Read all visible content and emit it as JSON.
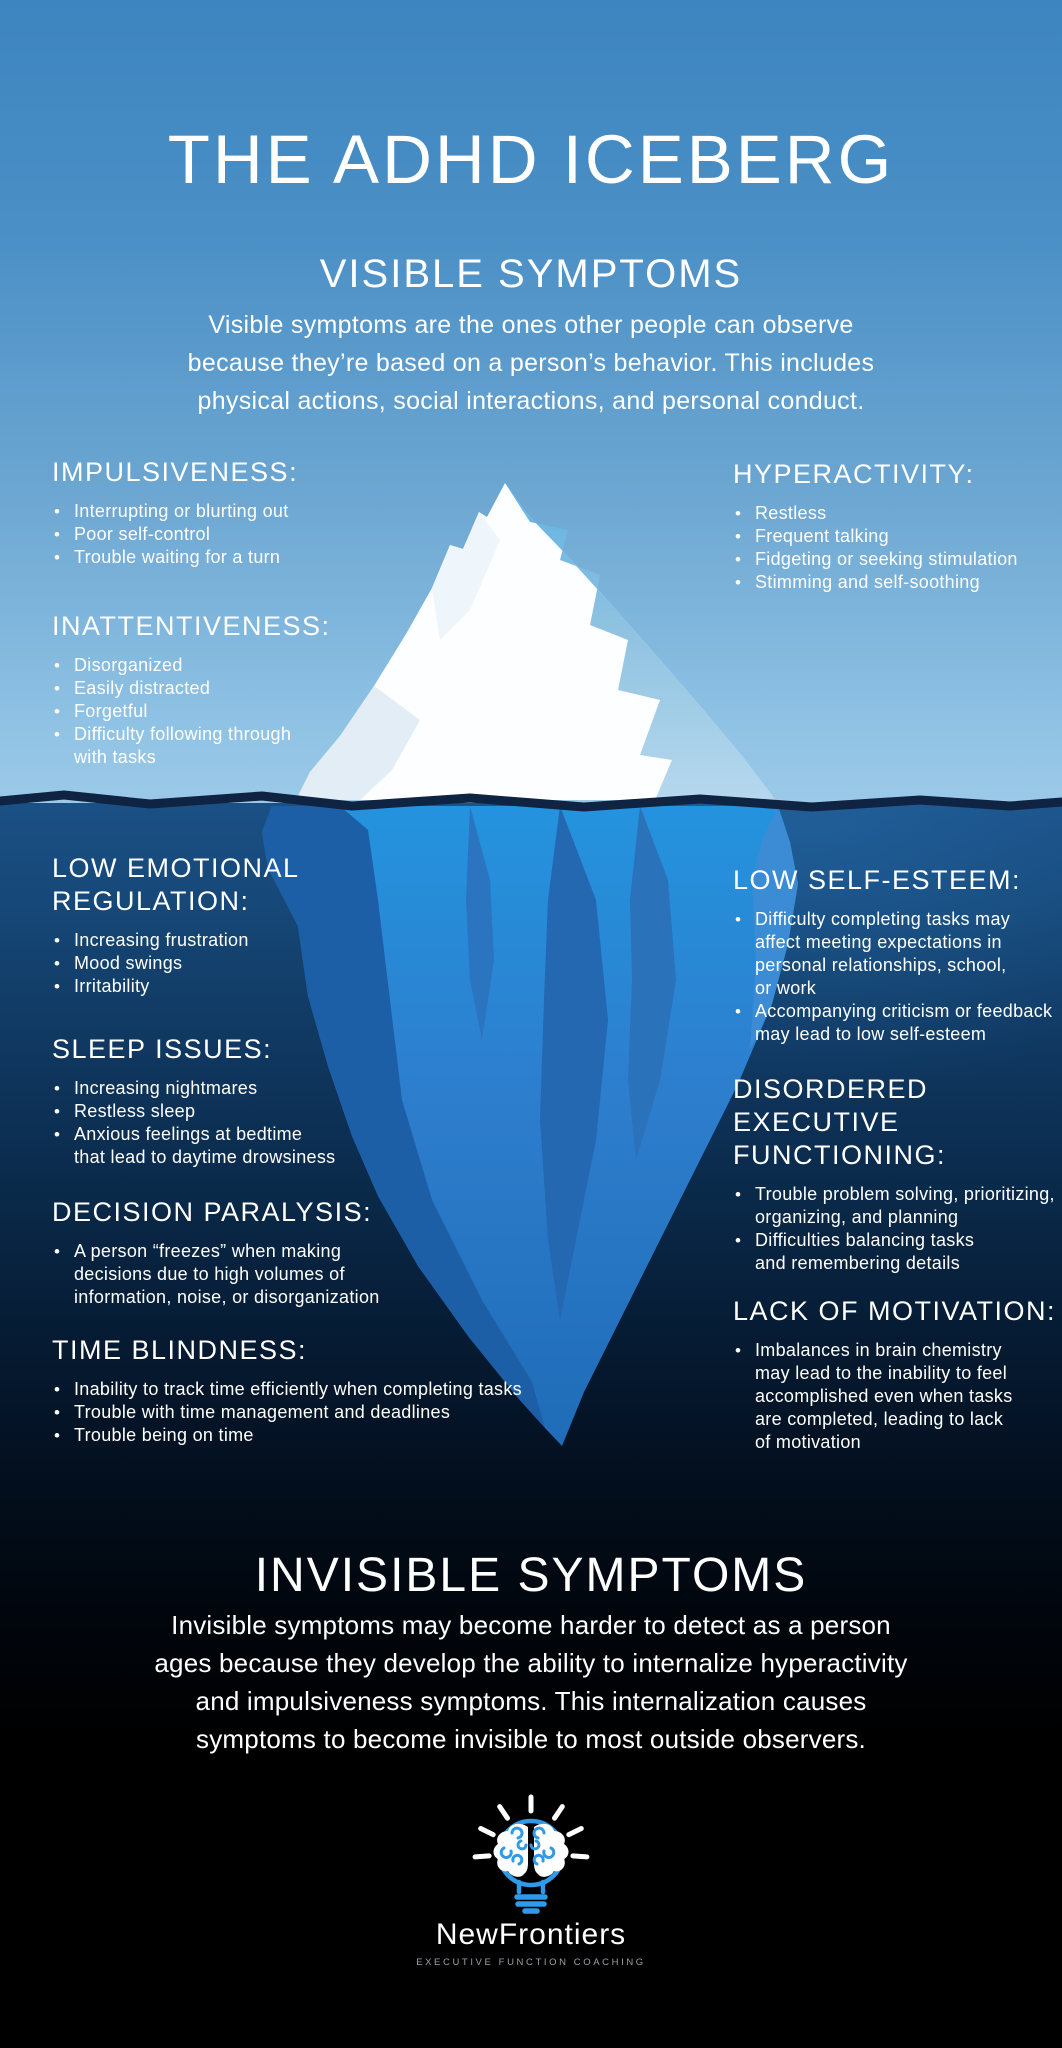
{
  "page": {
    "title": "THE ADHD ICEBERG"
  },
  "visible": {
    "heading": "VISIBLE SYMPTOMS",
    "description": "Visible symptoms are the ones other people can observe\nbecause they’re based on a person’s behavior. This includes\nphysical actions, social interactions, and personal conduct."
  },
  "above_water": {
    "impulsiveness": {
      "heading": "IMPULSIVENESS:",
      "items": [
        "Interrupting or blurting out",
        "Poor self-control",
        "Trouble waiting for a turn"
      ]
    },
    "inattentiveness": {
      "heading": "INATTENTIVENESS:",
      "items": [
        "Disorganized",
        "Easily distracted",
        "Forgetful",
        "Difficulty following through\nwith tasks"
      ]
    },
    "hyperactivity": {
      "heading": "HYPERACTIVITY:",
      "items": [
        "Restless",
        "Frequent talking",
        "Fidgeting or seeking stimulation",
        "Stimming and self-soothing"
      ]
    }
  },
  "below_water": {
    "low_emotional_regulation": {
      "heading": "LOW EMOTIONAL\nREGULATION:",
      "items": [
        "Increasing frustration",
        "Mood swings",
        "Irritability"
      ]
    },
    "sleep_issues": {
      "heading": "SLEEP ISSUES:",
      "items": [
        "Increasing nightmares",
        "Restless sleep",
        "Anxious feelings at bedtime\nthat lead to daytime drowsiness"
      ]
    },
    "decision_paralysis": {
      "heading": "DECISION PARALYSIS:",
      "items": [
        "A person “freezes” when making\ndecisions due to high volumes of\ninformation, noise, or disorganization"
      ]
    },
    "time_blindness": {
      "heading": "TIME BLINDNESS:",
      "items": [
        "Inability to track time efficiently when completing tasks",
        "Trouble with time management and deadlines",
        "Trouble being on time"
      ]
    },
    "low_self_esteem": {
      "heading": "LOW SELF-ESTEEM:",
      "items": [
        "Difficulty completing tasks may\naffect meeting expectations in\npersonal relationships, school,\nor work",
        "Accompanying criticism or feedback\nmay lead to low self-esteem"
      ]
    },
    "disordered_executive_functioning": {
      "heading": "DISORDERED EXECUTIVE\nFUNCTIONING:",
      "items": [
        "Trouble problem solving, prioritizing,\norganizing, and planning",
        "Difficulties balancing tasks\nand remembering details"
      ]
    },
    "lack_of_motivation": {
      "heading": "LACK OF MOTIVATION:",
      "items": [
        "Imbalances in brain chemistry\nmay lead to the inability to feel\naccomplished even when tasks\nare completed, leading to lack\nof motivation"
      ]
    }
  },
  "invisible": {
    "heading": "INVISIBLE SYMPTOMS",
    "description": "Invisible symptoms may become harder to detect as a person\nages because they develop the ability to internalize hyperactivity\nand impulsiveness symptoms. This internalization causes\nsymptoms to become invisible to most outside observers."
  },
  "logo": {
    "brand": "NewFrontiers",
    "tagline": "EXECUTIVE FUNCTION COACHING",
    "icon": "brain-lightbulb-icon"
  },
  "colors": {
    "sky_top": "#3d85c0",
    "sky_bottom": "#9cc9e8",
    "water_top": "#1b5085",
    "water_deep": "#000000",
    "waterline": "#0f2342",
    "iceberg_above": "#ffffff",
    "iceberg_face": "#8ec2e0",
    "iceberg_below": "#2d7ecd",
    "logo_accent": "#2e9ae8"
  }
}
